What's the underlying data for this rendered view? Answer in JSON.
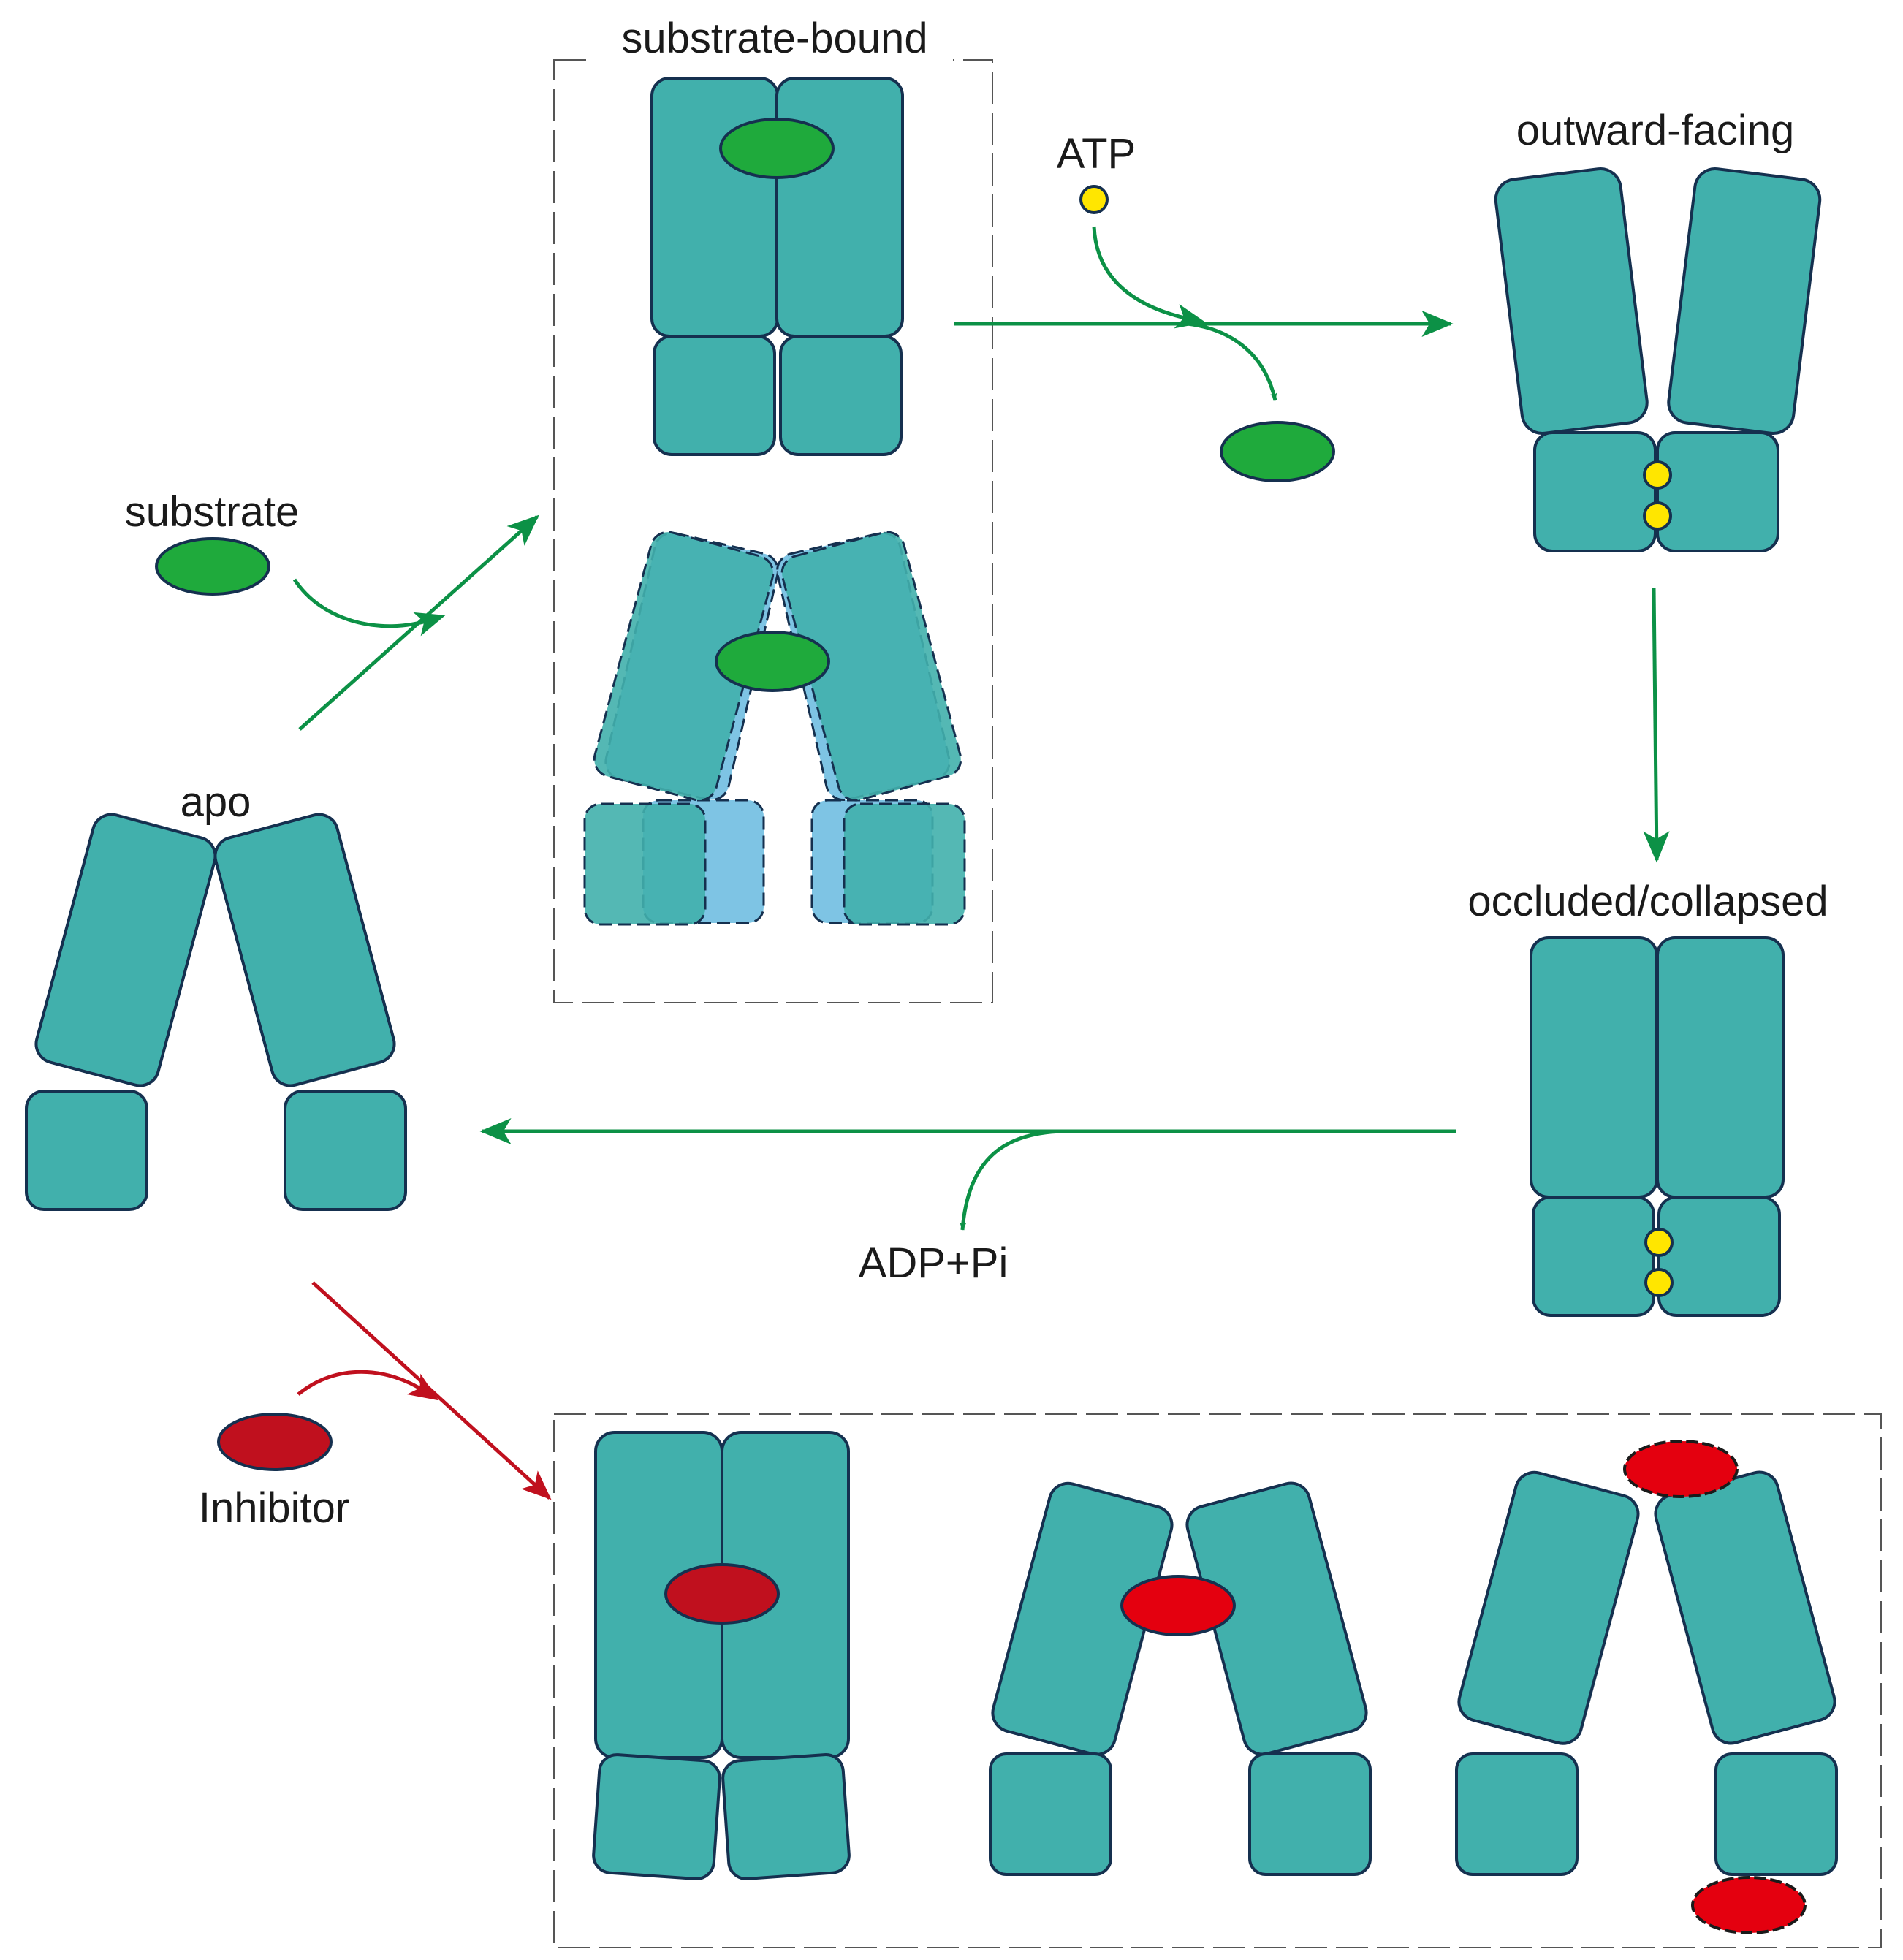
{
  "labels": {
    "substrate_bound": "substrate-bound",
    "atp": "ATP",
    "outward_facing": "outward-facing",
    "substrate": "substrate",
    "apo": "apo",
    "occluded_collapsed": "occluded/collapsed",
    "adp_pi": "ADP+Pi",
    "inhibitor": "Inhibitor"
  },
  "colors": {
    "transporter": "#41b0ac",
    "outline": "#15304f",
    "substrate": "#1faa3c",
    "inhibitor_dark": "#c0101e",
    "inhibitor_bright": "#e4000f",
    "atp": "#ffe600",
    "flow_arrow": "#0c9146",
    "inhibition_arrow": "#c0101e",
    "alt_conformation": "#7ec4e4"
  }
}
